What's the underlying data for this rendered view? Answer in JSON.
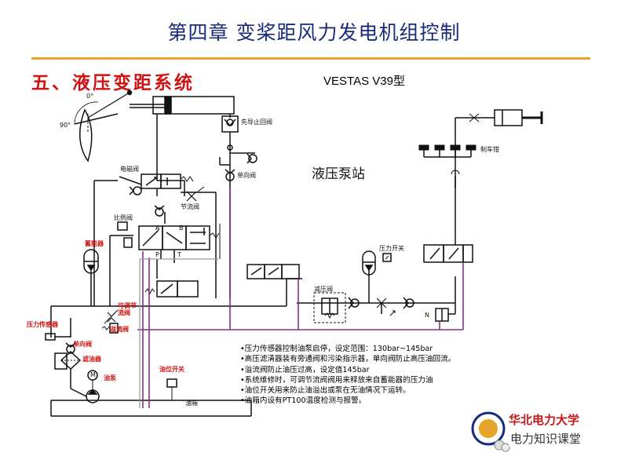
{
  "slide": {
    "title": "第四章  变桨距风力发电机组控制",
    "section": "五、液压变距系统",
    "model": "VESTAS  V39型",
    "station": "液压泵站"
  },
  "labels": {
    "angle0": "0°",
    "angle90": "90°",
    "pilot_check": "先导止回阀",
    "solenoid_valve": "电磁阀",
    "check_valve_upper": "单向阀",
    "throttle": "节流阀",
    "proportional_valve": "比例阀",
    "port_a": "A",
    "port_b": "B",
    "port_p": "P",
    "port_t": "T",
    "accumulator": "蓄能器",
    "adjustable_throttle": "可调节流阀",
    "relief_valve": "溢流阀",
    "pressure_sensor": "压力传感器",
    "check_valve_lower": "单向阀",
    "filter": "滤油器",
    "motor": "M",
    "pump": "油泵",
    "level_switch": "油位开关",
    "tank": "油箱",
    "reducing_valve": "减压阀",
    "pressure_switch": "压力开关",
    "brake_caliper": "制车钳",
    "no_marker": "N"
  },
  "notes": [
    "•压力传感器控制油泵启停，设定范围：130bar~145bar",
    "•高压滤清器装有旁通阀和污染指示器，单向阀防止高压油回流。",
    "•溢流阀防止油压过高，设定值145bar",
    "•系统维修时，可调节流阀阀用来释放来自蓄能器的压力油",
    "•油位开关用来防止油溢出或泵在无油情况下运转。",
    "•油箱内设有PT100温度检测与报警。"
  ],
  "watermark": "电力知识课堂",
  "colors": {
    "title": "#1a2a7a",
    "accent_rule": "#e8a42a",
    "section": "#d11212",
    "return_line": "#8a2a8a",
    "line": "#111111"
  },
  "icons": {
    "blade": "blade-pitch-icon",
    "logo": "university-logo-icon",
    "wechat": "wechat-icon"
  }
}
